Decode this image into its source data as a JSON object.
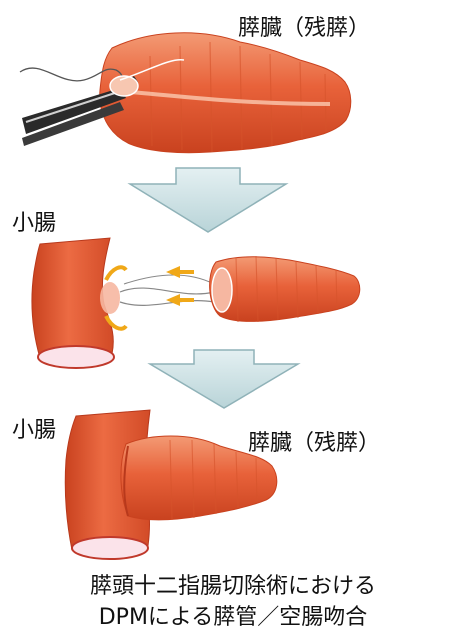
{
  "labels": {
    "pancreas_top": "膵臓（残膵）",
    "intestine_mid": "小腸",
    "intestine_bottom": "小腸",
    "pancreas_bottom": "膵臓（残膵）"
  },
  "caption": {
    "line1": "膵頭十二指腸切除術における",
    "line2": "DPMによる膵管／空腸吻合"
  },
  "colors": {
    "organ": "#e8623a",
    "organ_dark": "#c9421f",
    "organ_light": "#f6a47f",
    "lumen": "#fbe3ea",
    "lumen_rim": "#c0392b",
    "arrow_fill": "#cfe3e6",
    "arrow_stroke": "#8fb2b8",
    "small_arrow": "#f0a818",
    "instrument": "#2a2a2a"
  },
  "icons": {
    "step_arrow": "down-arrow-icon",
    "traction_arrow": "left-arrow-icon",
    "forceps": "forceps-icon"
  }
}
